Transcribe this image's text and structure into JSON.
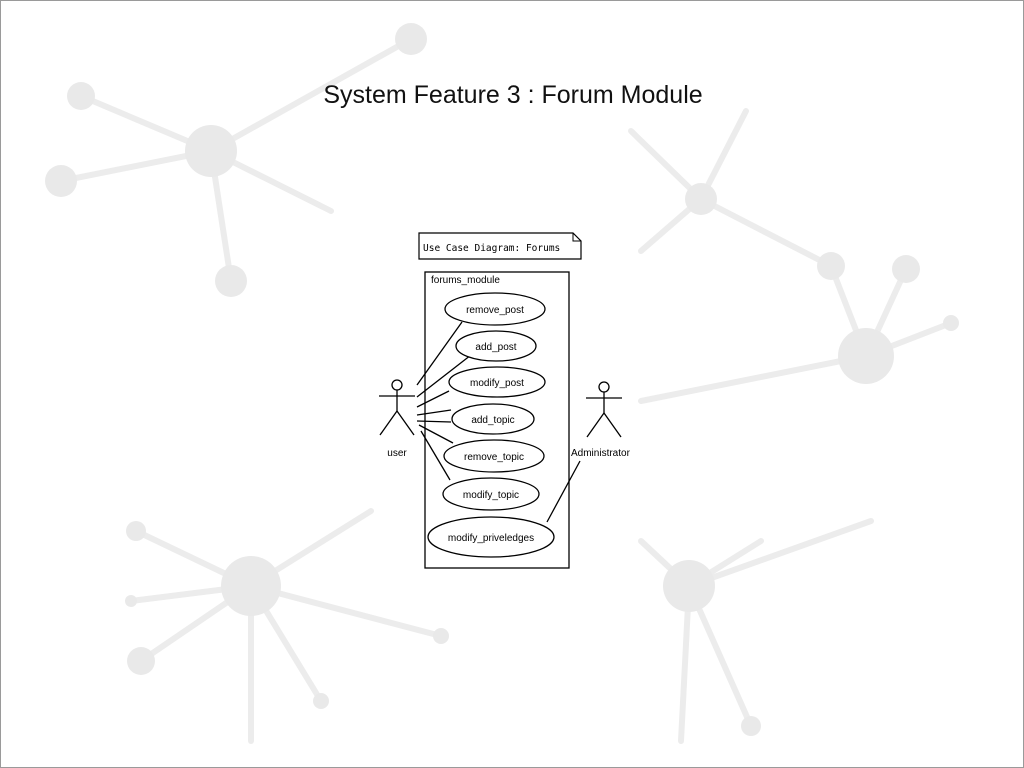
{
  "slide": {
    "title": "System Feature 3 : Forum Module"
  },
  "diagram": {
    "note": "Use Case Diagram: Forums",
    "system_boundary_label": "forums_module",
    "actors": {
      "user": "user",
      "admin": "Administrator"
    },
    "use_cases": [
      "remove_post",
      "add_post",
      "modify_post",
      "add_topic",
      "remove_topic",
      "modify_topic",
      "modify_priveledges"
    ]
  }
}
